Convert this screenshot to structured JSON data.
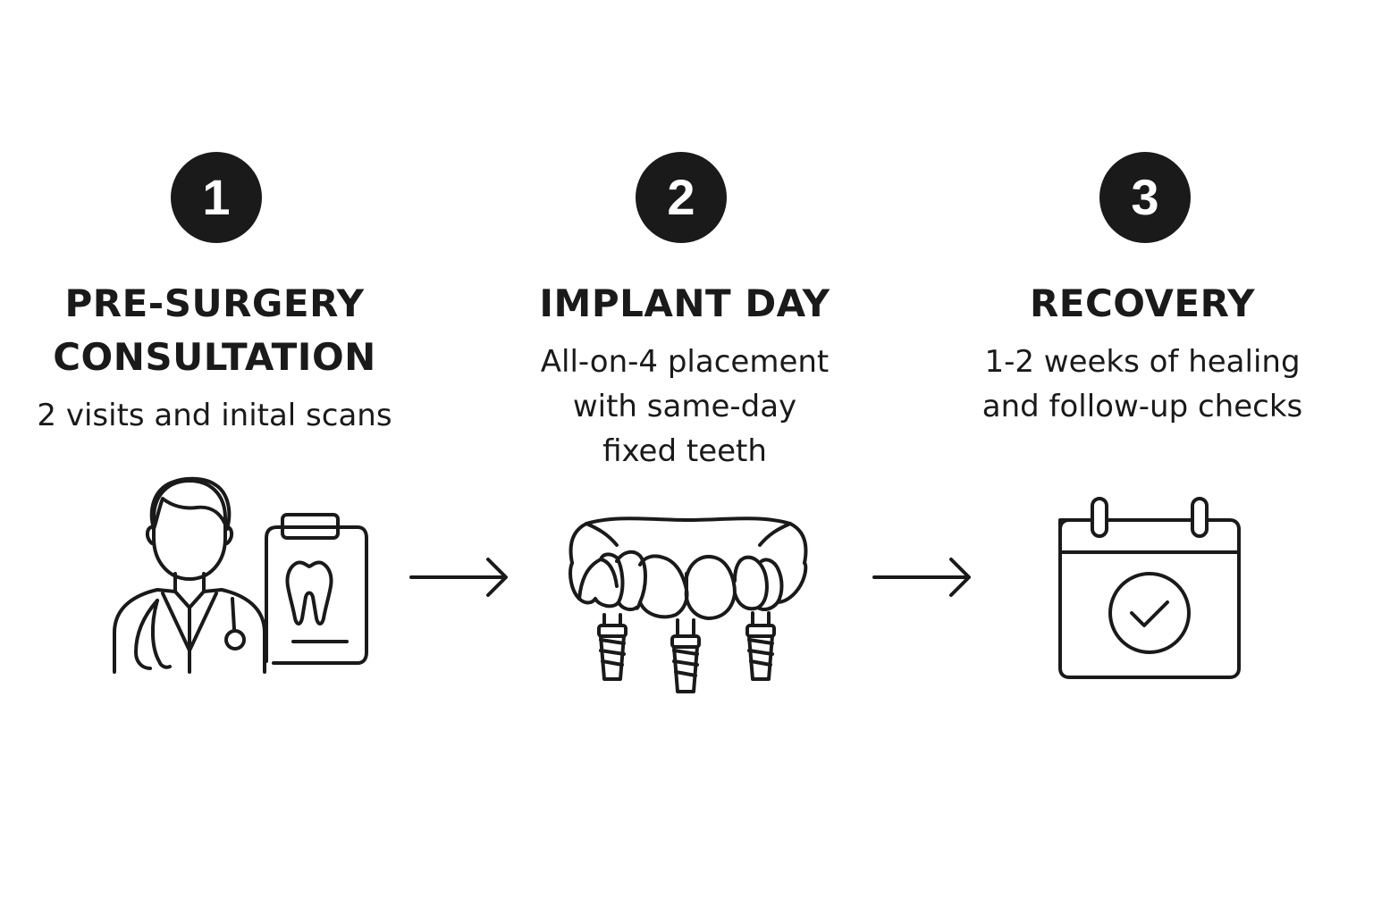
{
  "steps": [
    {
      "number": "1",
      "title_lines": [
        "PRE-SURGERY",
        "CONSULTATION"
      ],
      "description_lines": [
        "2 visits and inital scans"
      ],
      "icon": "doctor-with-tooth-clipboard-icon"
    },
    {
      "number": "2",
      "title_lines": [
        "IMPLANT DAY"
      ],
      "description_lines": [
        "All-on-4 placement",
        "with same-day",
        "fixed teeth"
      ],
      "icon": "dental-implant-bridge-icon"
    },
    {
      "number": "3",
      "title_lines": [
        "RECOVERY"
      ],
      "description_lines": [
        "1-2 weeks of healing",
        "and follow-up checks"
      ],
      "icon": "calendar-check-icon"
    }
  ],
  "arrows": [
    "arrow-right-icon",
    "arrow-right-icon"
  ],
  "colors": {
    "ink": "#1a1a1a",
    "background": "#ffffff"
  }
}
